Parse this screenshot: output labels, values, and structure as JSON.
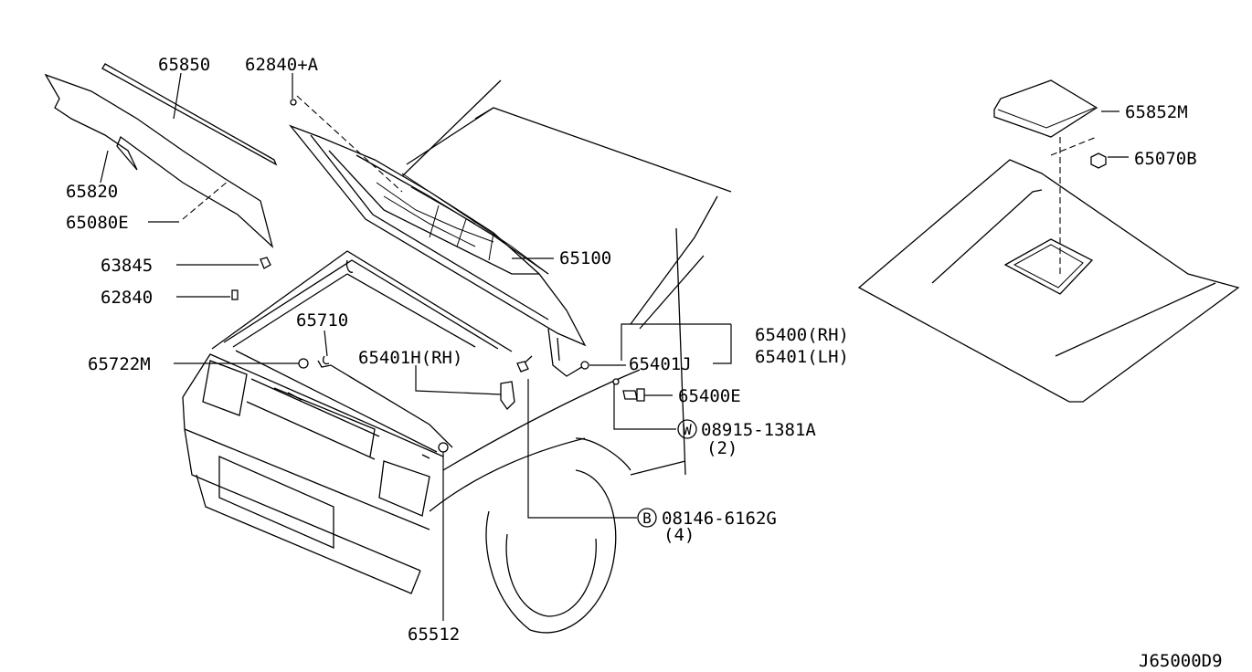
{
  "labels": {
    "p65850": "65850",
    "p62840a": "62840+A",
    "p65820": "65820",
    "p65080e": "65080E",
    "p63845": "63845",
    "p62840": "62840",
    "p65722m": "65722M",
    "p65710": "65710",
    "p65401h": "65401H(RH)",
    "p65100": "65100",
    "p65401j": "65401J",
    "p65400rh": "65400(RH)",
    "p65401lh": "65401(LH)",
    "p65400e": "65400E",
    "p08915": "08915-1381A",
    "p08915qty": "(2)",
    "p08146": "08146-6162G",
    "p08146qty": "(4)",
    "p65512": "65512",
    "p65852m": "65852M",
    "p65070b": "65070B",
    "diagram_code": "J65000D9"
  },
  "symbols": {
    "washer_prefix": "W",
    "bolt_prefix": "B"
  },
  "colors": {
    "line": "#000000",
    "background": "#ffffff"
  }
}
